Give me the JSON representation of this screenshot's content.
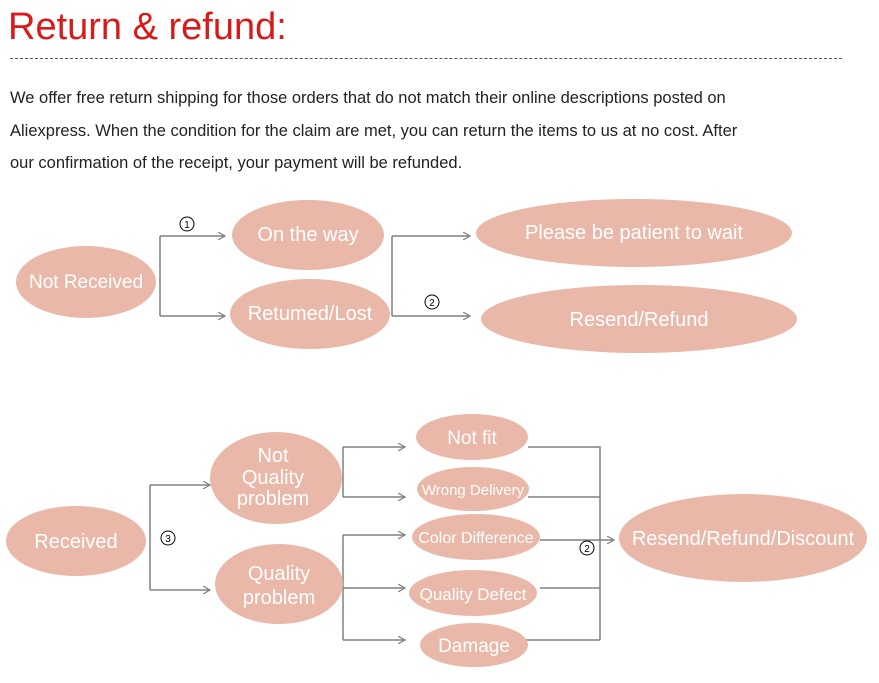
{
  "title": "Return & refund:",
  "intro_lines": [
    "We offer free return shipping for  those orders that do not  match their online descriptions  posted on",
    "Aliexpress. When the condition for the claim are met, you can return the items to us at no cost. After",
    "our confirmation of the receipt, your payment will be refunded."
  ],
  "colors": {
    "title": "#d81a1a",
    "node_fill": "#e9b8a8",
    "connector": "#808080",
    "node_text": "#ffffff"
  },
  "diagram": {
    "not_received": {
      "root": "Not Received",
      "marker_1": "①",
      "on_the_way": "On the way",
      "returned_lost": "Retumed/Lost",
      "marker_2": "②",
      "please_wait": "Please be patient to wait",
      "resend_refund": "Resend/Refund"
    },
    "received": {
      "root": "Received",
      "marker_3": "③",
      "not_quality_problem": [
        "Not",
        "Quality",
        "problem"
      ],
      "quality_problem": [
        "Quality",
        "problem"
      ],
      "not_fit": "Not fit",
      "wrong_delivery": "Wrong Delivery",
      "color_difference": "Color Difference",
      "quality_defect": "Quality Defect",
      "damage": "Damage",
      "marker_2": "②",
      "resend_refund_discount": "Resend/Refund/Discount"
    }
  }
}
